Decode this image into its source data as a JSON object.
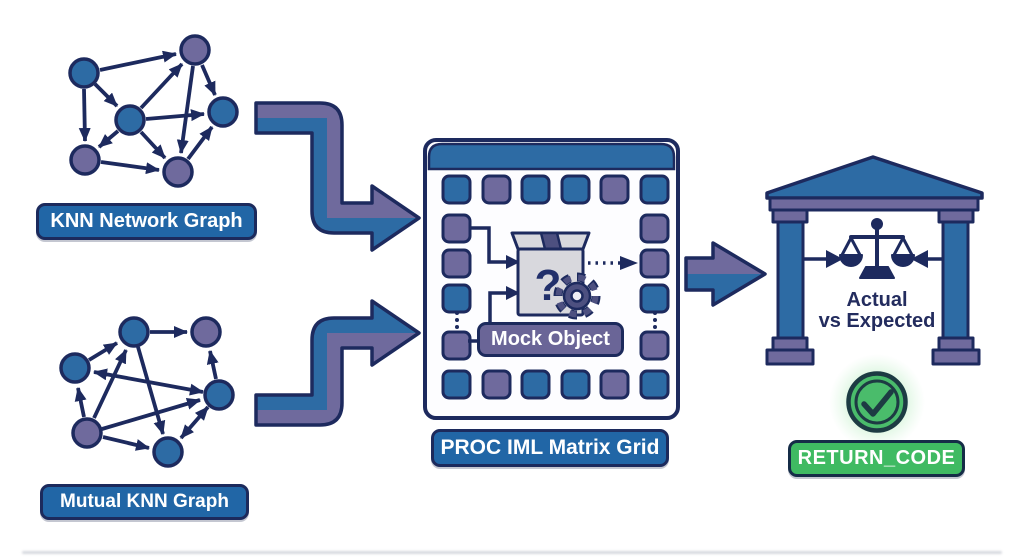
{
  "inputs": {
    "graph1": {
      "label": "KNN Network Graph",
      "type": "directed-network",
      "node_count": 6,
      "node_colors": [
        "blue",
        "purple",
        "blue",
        "blue",
        "purple",
        "purple"
      ],
      "edge_count": 11
    },
    "graph2": {
      "label": "Mutual KNN Graph",
      "type": "directed-network",
      "node_count": 6,
      "node_colors": [
        "blue",
        "purple",
        "blue",
        "blue",
        "purple",
        "blue"
      ],
      "edge_count": 10
    }
  },
  "processor": {
    "caption": "PROC IML Matrix Grid",
    "mock_label": "Mock Object",
    "question_mark": "?",
    "icons": [
      "mystery-box-icon",
      "gear-icon"
    ],
    "tiles": {
      "top": [
        "blue",
        "purple",
        "blue",
        "blue",
        "purple",
        "blue"
      ],
      "bottom": [
        "blue",
        "purple",
        "blue",
        "blue",
        "purple",
        "blue"
      ],
      "left": [
        "purple",
        "purple",
        "blue",
        "purple"
      ],
      "right": [
        "purple",
        "purple",
        "blue",
        "purple"
      ]
    }
  },
  "comparison": {
    "line1": "Actual",
    "line2": "vs Expected",
    "icon": "balance-scale-icon",
    "structure": "courthouse-pillars"
  },
  "result": {
    "label": "RETURN_CODE",
    "icon": "check-circle-icon",
    "status": "success"
  },
  "colors": {
    "navy": "#1d2a5e",
    "blue": "#2d6ba4",
    "purple": "#6f6a9d",
    "label_blue": "#2166a6",
    "green": "#3fba62",
    "check_green": "#4abc6b",
    "ring_dark": "#1d3b43",
    "box_gray": "#d8d8dd",
    "gear_purple": "#4d5080"
  }
}
